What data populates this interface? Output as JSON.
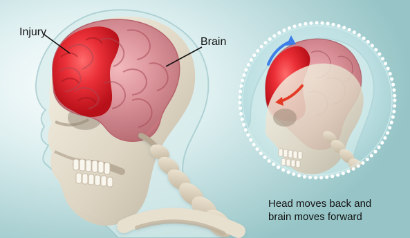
{
  "labels": {
    "injury": "Injury",
    "brain": "Brain"
  },
  "caption": {
    "line1": "Head moves back and",
    "line2": "brain moves forward"
  },
  "colors": {
    "injury_red": "#e51e2b",
    "brain_pink": "#db8f96",
    "skull_ivory": "#ece3d3",
    "scene_teal": "#9fcaca",
    "arrow_blue": "#3d7ee7",
    "arrow_red": "#e43b27",
    "border_white": "#ffffff"
  },
  "icons": {
    "main_visual": "head-injury-illustration-icon",
    "inset_visual": "whiplash-inset-icon",
    "motion_arrows": "motion-arrow-icon"
  }
}
